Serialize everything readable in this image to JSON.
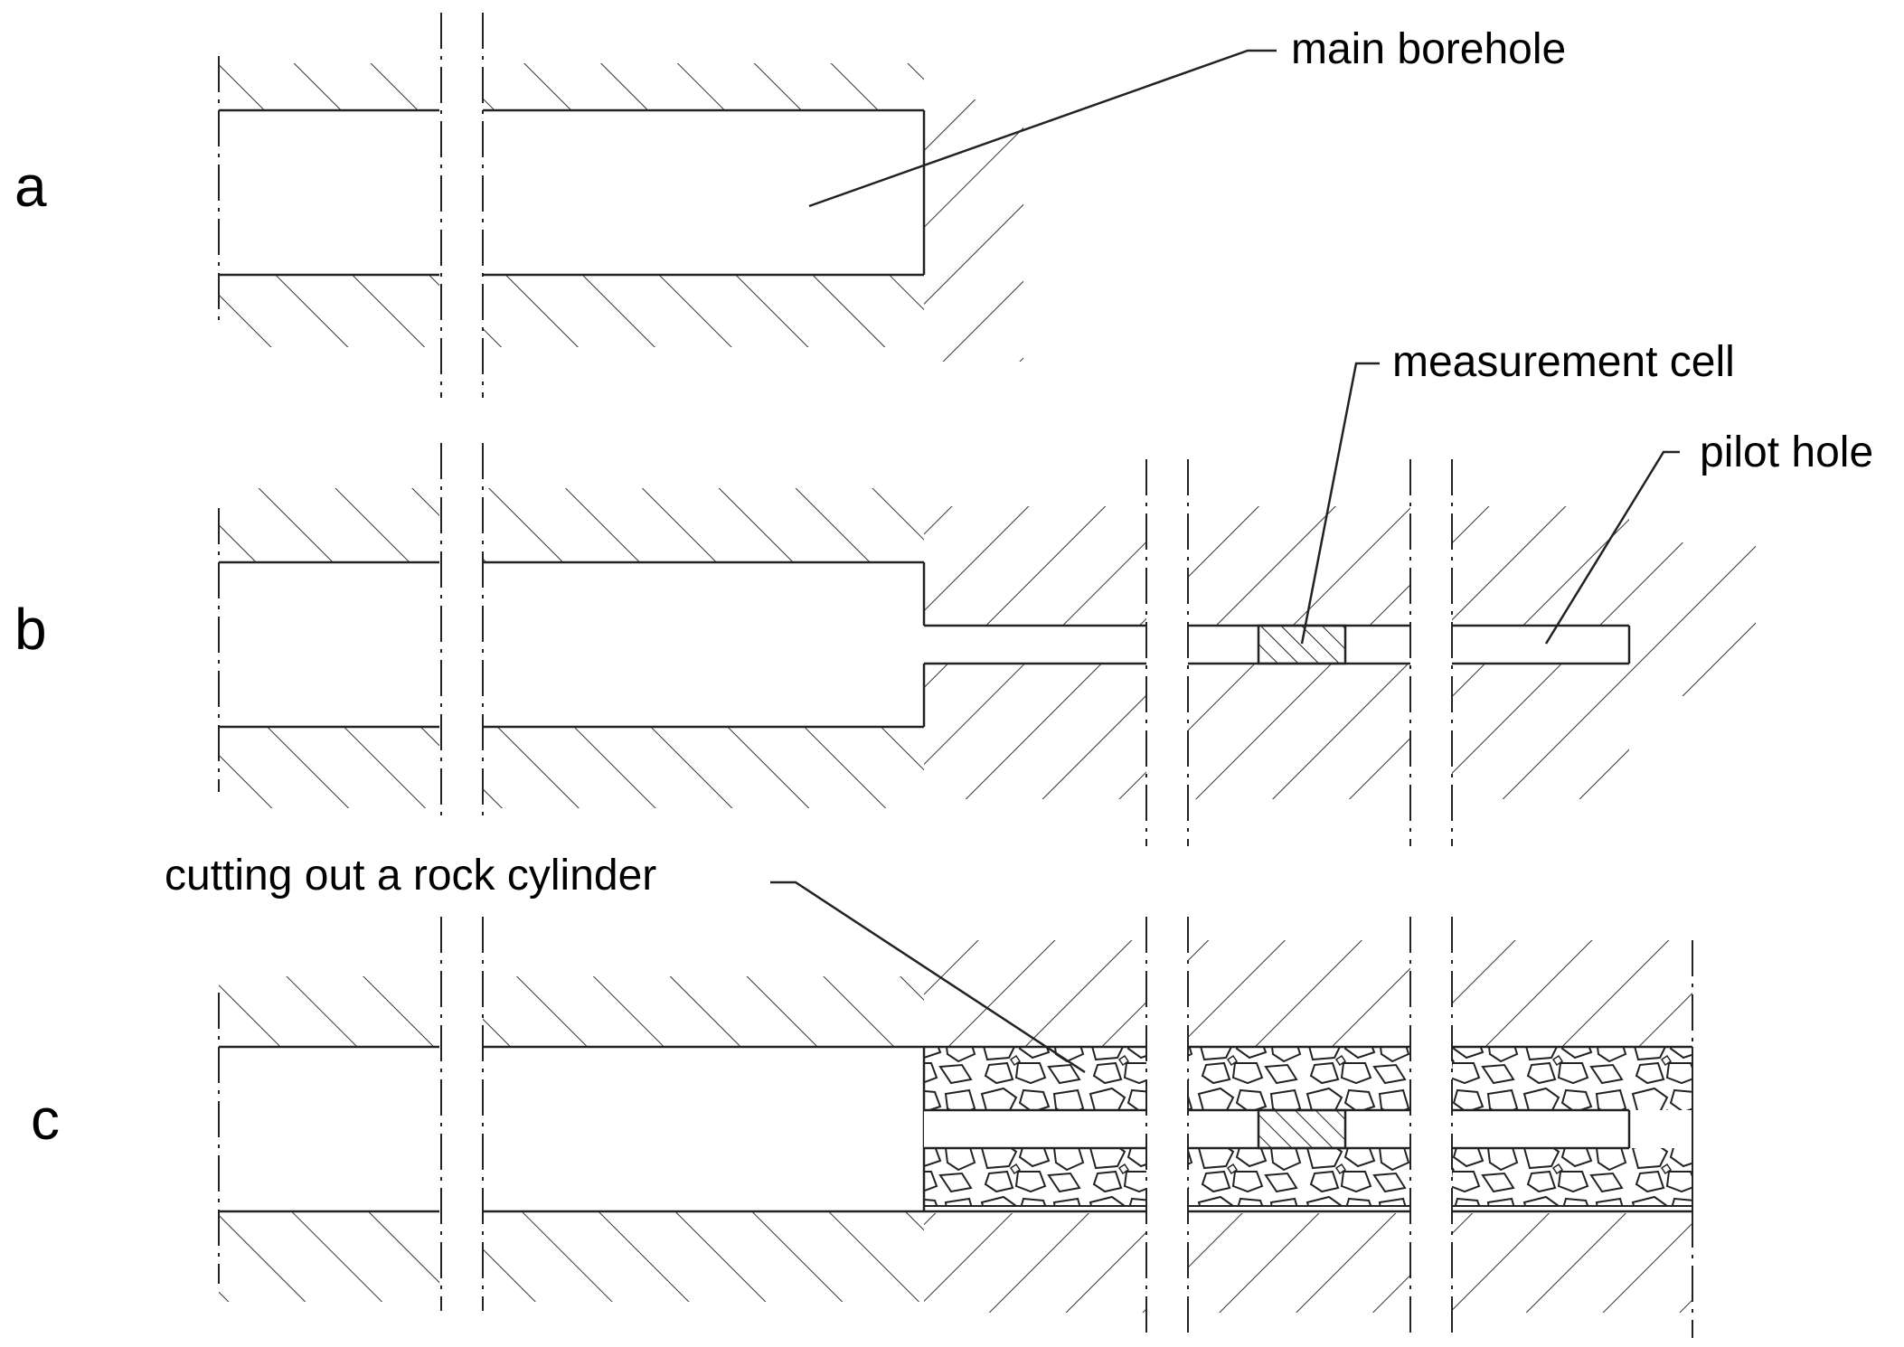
{
  "panels": [
    {
      "id": "a",
      "label": "a"
    },
    {
      "id": "b",
      "label": "b"
    },
    {
      "id": "c",
      "label": "c"
    }
  ],
  "callouts": {
    "main_borehole": "main borehole",
    "measurement_cell": "measurement cell",
    "pilot_hole": "pilot hole",
    "cutting_out": "cutting out a rock cylinder"
  },
  "colors": {
    "line": "#222222",
    "hatch": "#333333",
    "background": "#ffffff"
  }
}
